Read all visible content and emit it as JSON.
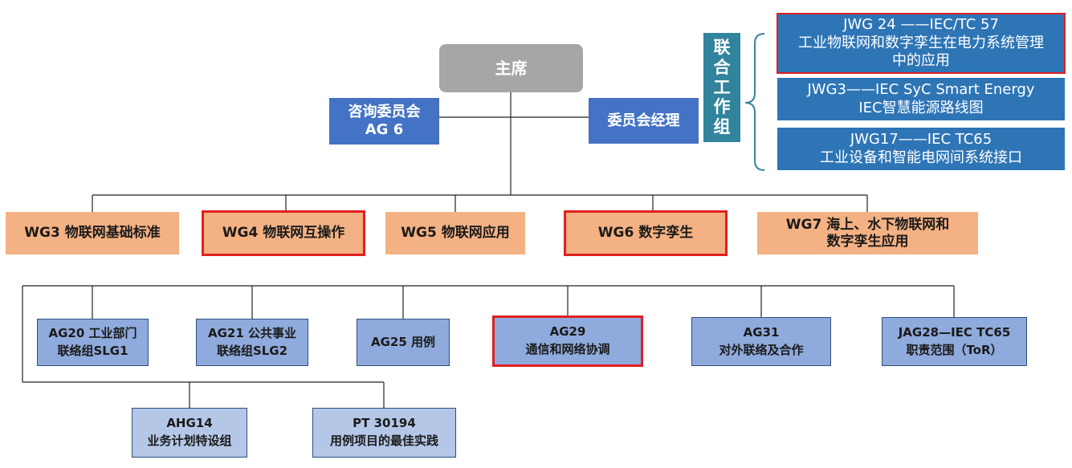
{
  "top": {
    "chair": "主席",
    "advisory_line1": "咨询委员会",
    "advisory_line2": "AG 6",
    "manager": "委员会经理"
  },
  "joint_groups": {
    "label": "联合工作组",
    "items": [
      {
        "line1": "JWG 24 ——IEC/TC 57",
        "line2": "工业物联网和数字孪生在电力系统管理",
        "line3": "中的应用"
      },
      {
        "line1": "JWG3——IEC SyC Smart Energy",
        "line2": "IEC智慧能源路线图"
      },
      {
        "line1": "JWG17——IEC TC65",
        "line2": "工业设备和智能电网间系统接口"
      }
    ]
  },
  "working_groups": [
    {
      "line1": "WG3 物联网基础标准"
    },
    {
      "line1": "WG4 物联网互操作"
    },
    {
      "line1": "WG5 物联网应用"
    },
    {
      "line1": "WG6 数字孪生"
    },
    {
      "line1": "WG7 海上、水下物联网和",
      "line2": "数字孪生应用"
    }
  ],
  "advisory_groups": [
    {
      "line1": "AG20 工业部门",
      "line2": "联络组SLG1"
    },
    {
      "line1": "AG21 公共事业",
      "line2": "联络组SLG2"
    },
    {
      "line1": "AG25 用例"
    },
    {
      "line1": "AG29",
      "line2": "通信和网络协调"
    },
    {
      "line1": "AG31",
      "line2": "对外联络及合作"
    },
    {
      "line1": "JAG28—IEC TC65",
      "line2": "职责范围（ToR）"
    }
  ],
  "other_groups": [
    {
      "line1": "AHG14",
      "line2": "业务计划特设组"
    },
    {
      "line1": "PT 30194",
      "line2": "用例项目的最佳实践"
    }
  ],
  "colors": {
    "chair": "#a6a6a6",
    "blue_box": "#4472c4",
    "joint_box": "#2e75b6",
    "joint_label": "#31849b",
    "wg_box": "#f4b183",
    "ag_box": "#8faadc",
    "other_box": "#b4c7e7",
    "highlight": "#e02020"
  }
}
